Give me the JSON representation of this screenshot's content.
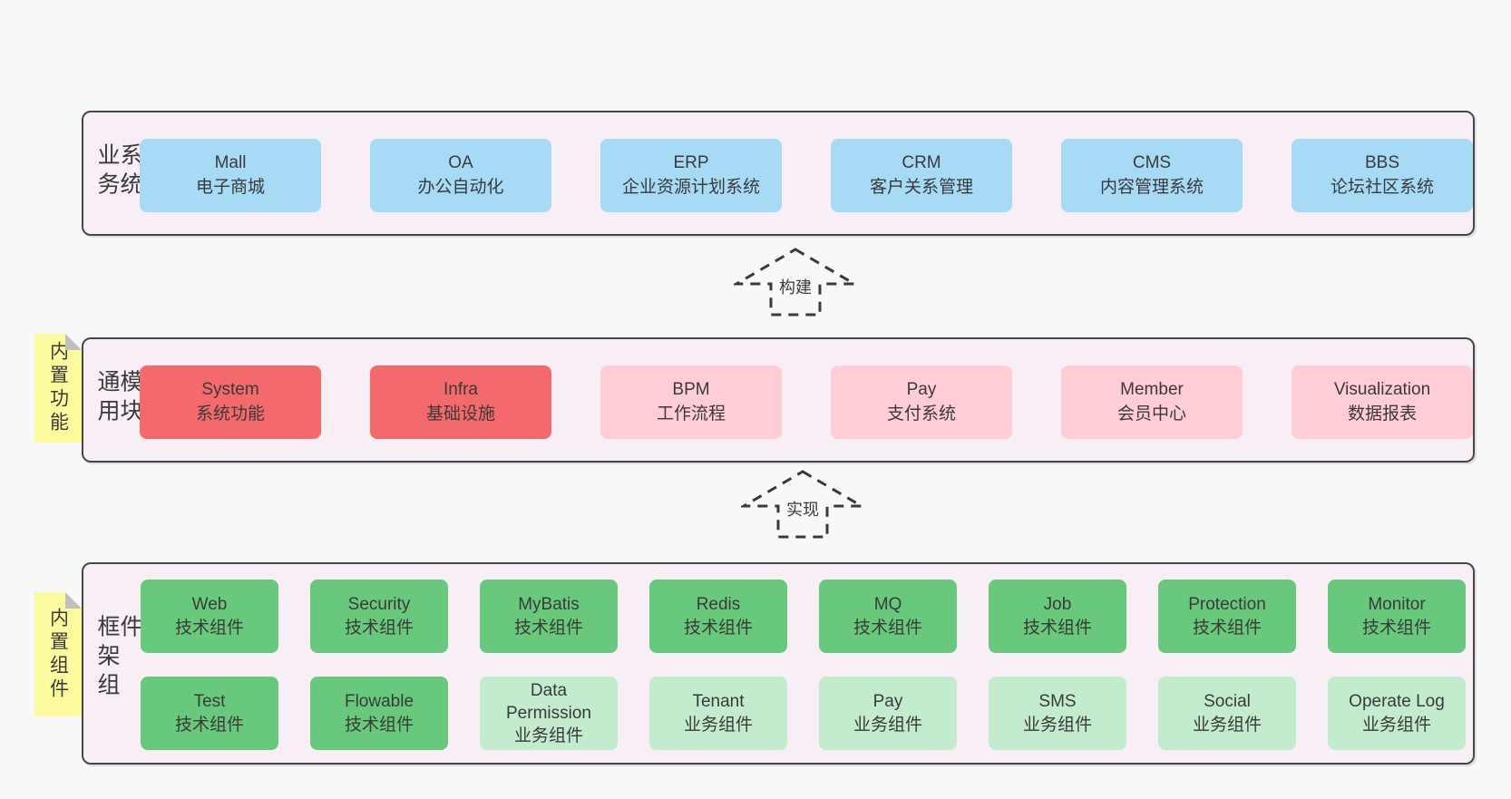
{
  "colors": {
    "page_bg": "#f9f8f9",
    "panel_bg": "#f8eef6",
    "panel_border": "#474747",
    "box_blue": "#a7dbf5",
    "box_red": "#f46a6c",
    "box_pink": "#fecdd6",
    "box_green_dark": "#68c97c",
    "box_green_light": "#c3ebcd",
    "note_yellow": "#fbfb9d",
    "note_fold_gray": "#bfbfbf",
    "text": "#3a3a3a"
  },
  "arrows": {
    "build": "构建",
    "implement": "实现"
  },
  "sections": {
    "business": {
      "label": "业务系统",
      "boxes": [
        {
          "title": "Mall",
          "subtitle": "电子商城"
        },
        {
          "title": "OA",
          "subtitle": "办公自动化"
        },
        {
          "title": "ERP",
          "subtitle": "企业资源计划系统"
        },
        {
          "title": "CRM",
          "subtitle": "客户关系管理"
        },
        {
          "title": "CMS",
          "subtitle": "内容管理系统"
        },
        {
          "title": "BBS",
          "subtitle": "论坛社区系统"
        }
      ]
    },
    "modules": {
      "label": "通用模块",
      "note": "内置功能",
      "boxes": [
        {
          "title": "System",
          "subtitle": "系统功能"
        },
        {
          "title": "Infra",
          "subtitle": "基础设施"
        },
        {
          "title": "BPM",
          "subtitle": "工作流程"
        },
        {
          "title": "Pay",
          "subtitle": "支付系统"
        },
        {
          "title": "Member",
          "subtitle": "会员中心"
        },
        {
          "title": "Visualization",
          "subtitle": "数据报表"
        }
      ]
    },
    "components": {
      "label": "框架组件",
      "note": "内置组件",
      "row1": [
        {
          "title": "Web",
          "subtitle": "技术组件"
        },
        {
          "title": "Security",
          "subtitle": "技术组件"
        },
        {
          "title": "MyBatis",
          "subtitle": "技术组件"
        },
        {
          "title": "Redis",
          "subtitle": "技术组件"
        },
        {
          "title": "MQ",
          "subtitle": "技术组件"
        },
        {
          "title": "Job",
          "subtitle": "技术组件"
        },
        {
          "title": "Protection",
          "subtitle": "技术组件"
        },
        {
          "title": "Monitor",
          "subtitle": "技术组件"
        }
      ],
      "row2": [
        {
          "title": "Test",
          "subtitle": "技术组件"
        },
        {
          "title": "Flowable",
          "subtitle": "技术组件"
        },
        {
          "title": "Data Permission",
          "subtitle": "业务组件"
        },
        {
          "title": "Tenant",
          "subtitle": "业务组件"
        },
        {
          "title": "Pay",
          "subtitle": "业务组件"
        },
        {
          "title": "SMS",
          "subtitle": "业务组件"
        },
        {
          "title": "Social",
          "subtitle": "业务组件"
        },
        {
          "title": "Operate Log",
          "subtitle": "业务组件"
        }
      ]
    }
  }
}
